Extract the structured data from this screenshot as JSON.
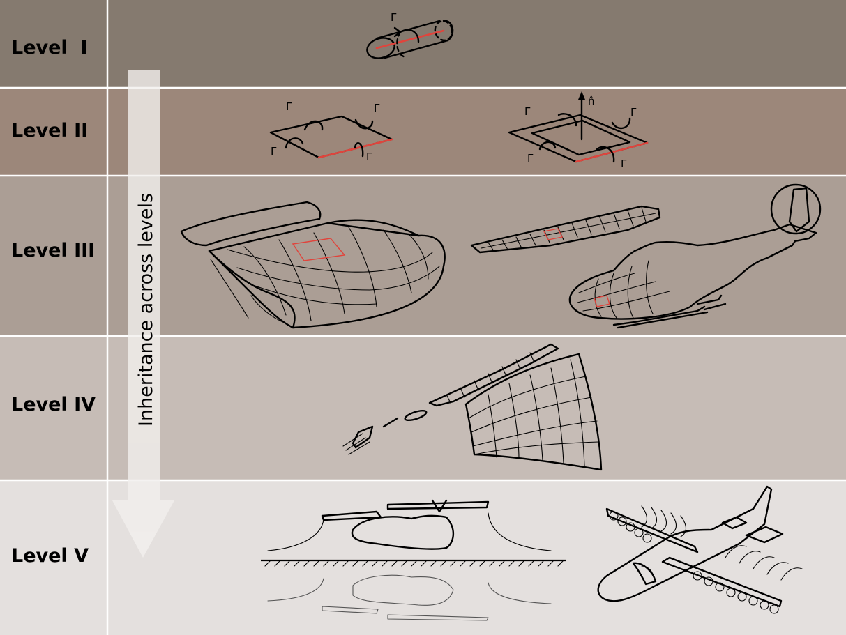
{
  "colors": {
    "level_1_bg": "#857a6f",
    "level_2_bg": "#9c877a",
    "level_3_bg": "#ab9e95",
    "level_4_bg": "#c6bcb6",
    "level_5_bg": "#e4e0de",
    "divider": "#ffffff",
    "inheritance_arrow": "#f2f0ee",
    "highlight": "#e0443c"
  },
  "levels": [
    {
      "label": "Level  I"
    },
    {
      "label": "Level II"
    },
    {
      "label": "Level III"
    },
    {
      "label": "Level IV"
    },
    {
      "label": "Level V"
    }
  ],
  "inheritance_arrow": {
    "label": "Inheritance across levels"
  },
  "symbols": {
    "circulation": "Γ",
    "normal": "n̂"
  }
}
